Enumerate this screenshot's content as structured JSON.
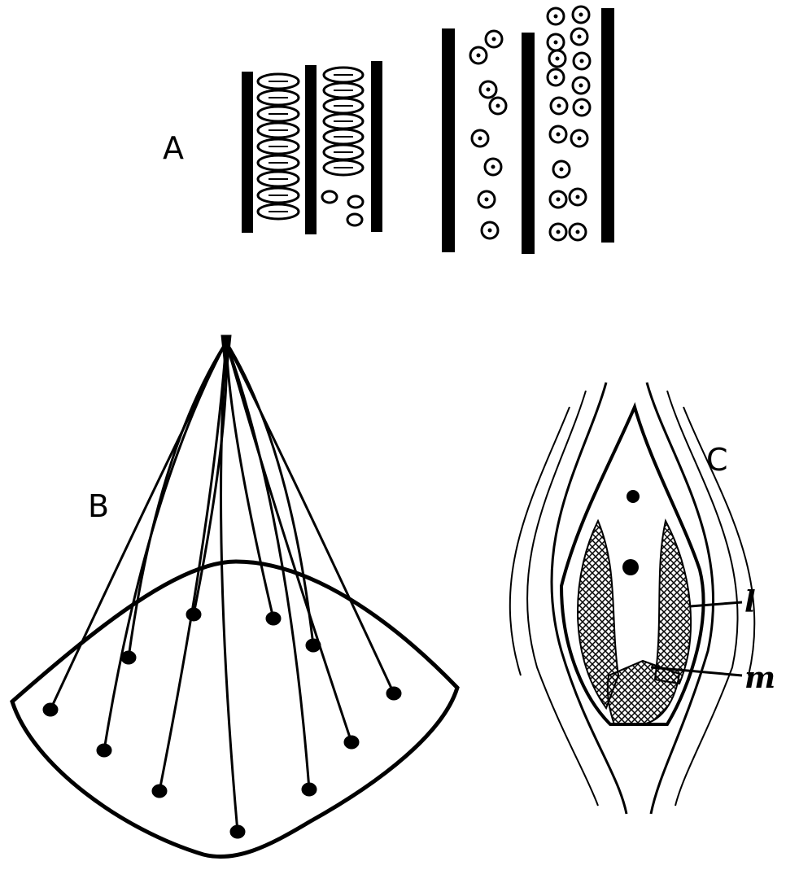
{
  "figure": {
    "panels": [
      {
        "id": "A",
        "label": "A"
      },
      {
        "id": "B",
        "label": "B"
      },
      {
        "id": "C",
        "label": "C",
        "annotations": [
          "l",
          "m"
        ]
      }
    ]
  },
  "colors": {
    "ink": "#000000",
    "paper": "#ffffff"
  }
}
